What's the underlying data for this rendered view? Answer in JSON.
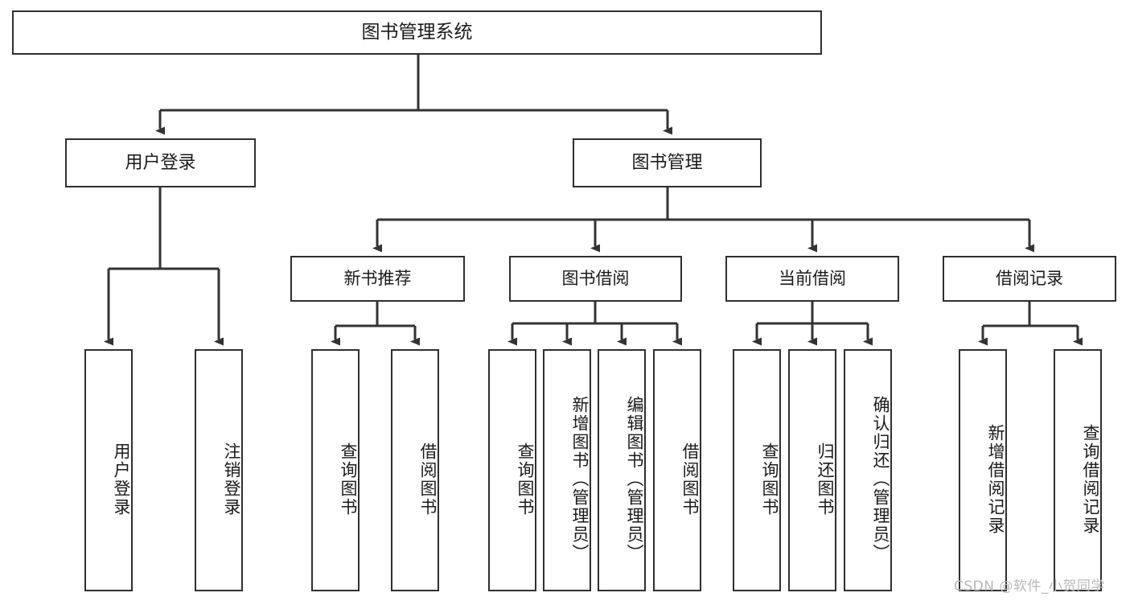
{
  "diagram": {
    "title": "图书管理系统",
    "type": "tree-hierarchy",
    "style": {
      "background": "#ffffff",
      "box_border": "#2f2f2f",
      "connector": "#333333",
      "text": "#1a1a1a",
      "watermark": "#b9b9b9"
    },
    "root": {
      "label": "图书管理系统"
    },
    "level2": [
      {
        "label": "用户登录"
      },
      {
        "label": "图书管理"
      }
    ],
    "level3": [
      {
        "label": "新书推荐"
      },
      {
        "label": "图书借阅"
      },
      {
        "label": "当前借阅"
      },
      {
        "label": "借阅记录"
      }
    ],
    "leaves": {
      "user_login": [
        {
          "label": "用户登录"
        },
        {
          "label": "注销登录"
        }
      ],
      "new_book_recommend": [
        {
          "label": "查询图书"
        },
        {
          "label": "借阅图书"
        }
      ],
      "book_borrow": [
        {
          "label": "查询图书"
        },
        {
          "label": "新增图书（管理员）"
        },
        {
          "label": "编辑图书（管理员）"
        },
        {
          "label": "借阅图书"
        }
      ],
      "current_borrow": [
        {
          "label": "查询图书"
        },
        {
          "label": "归还图书"
        },
        {
          "label": "确认归还（管理员）"
        }
      ],
      "borrow_record": [
        {
          "label": "新增借阅记录"
        },
        {
          "label": "查询借阅记录"
        }
      ]
    },
    "watermark": "CSDN @软件_小贺同学"
  }
}
